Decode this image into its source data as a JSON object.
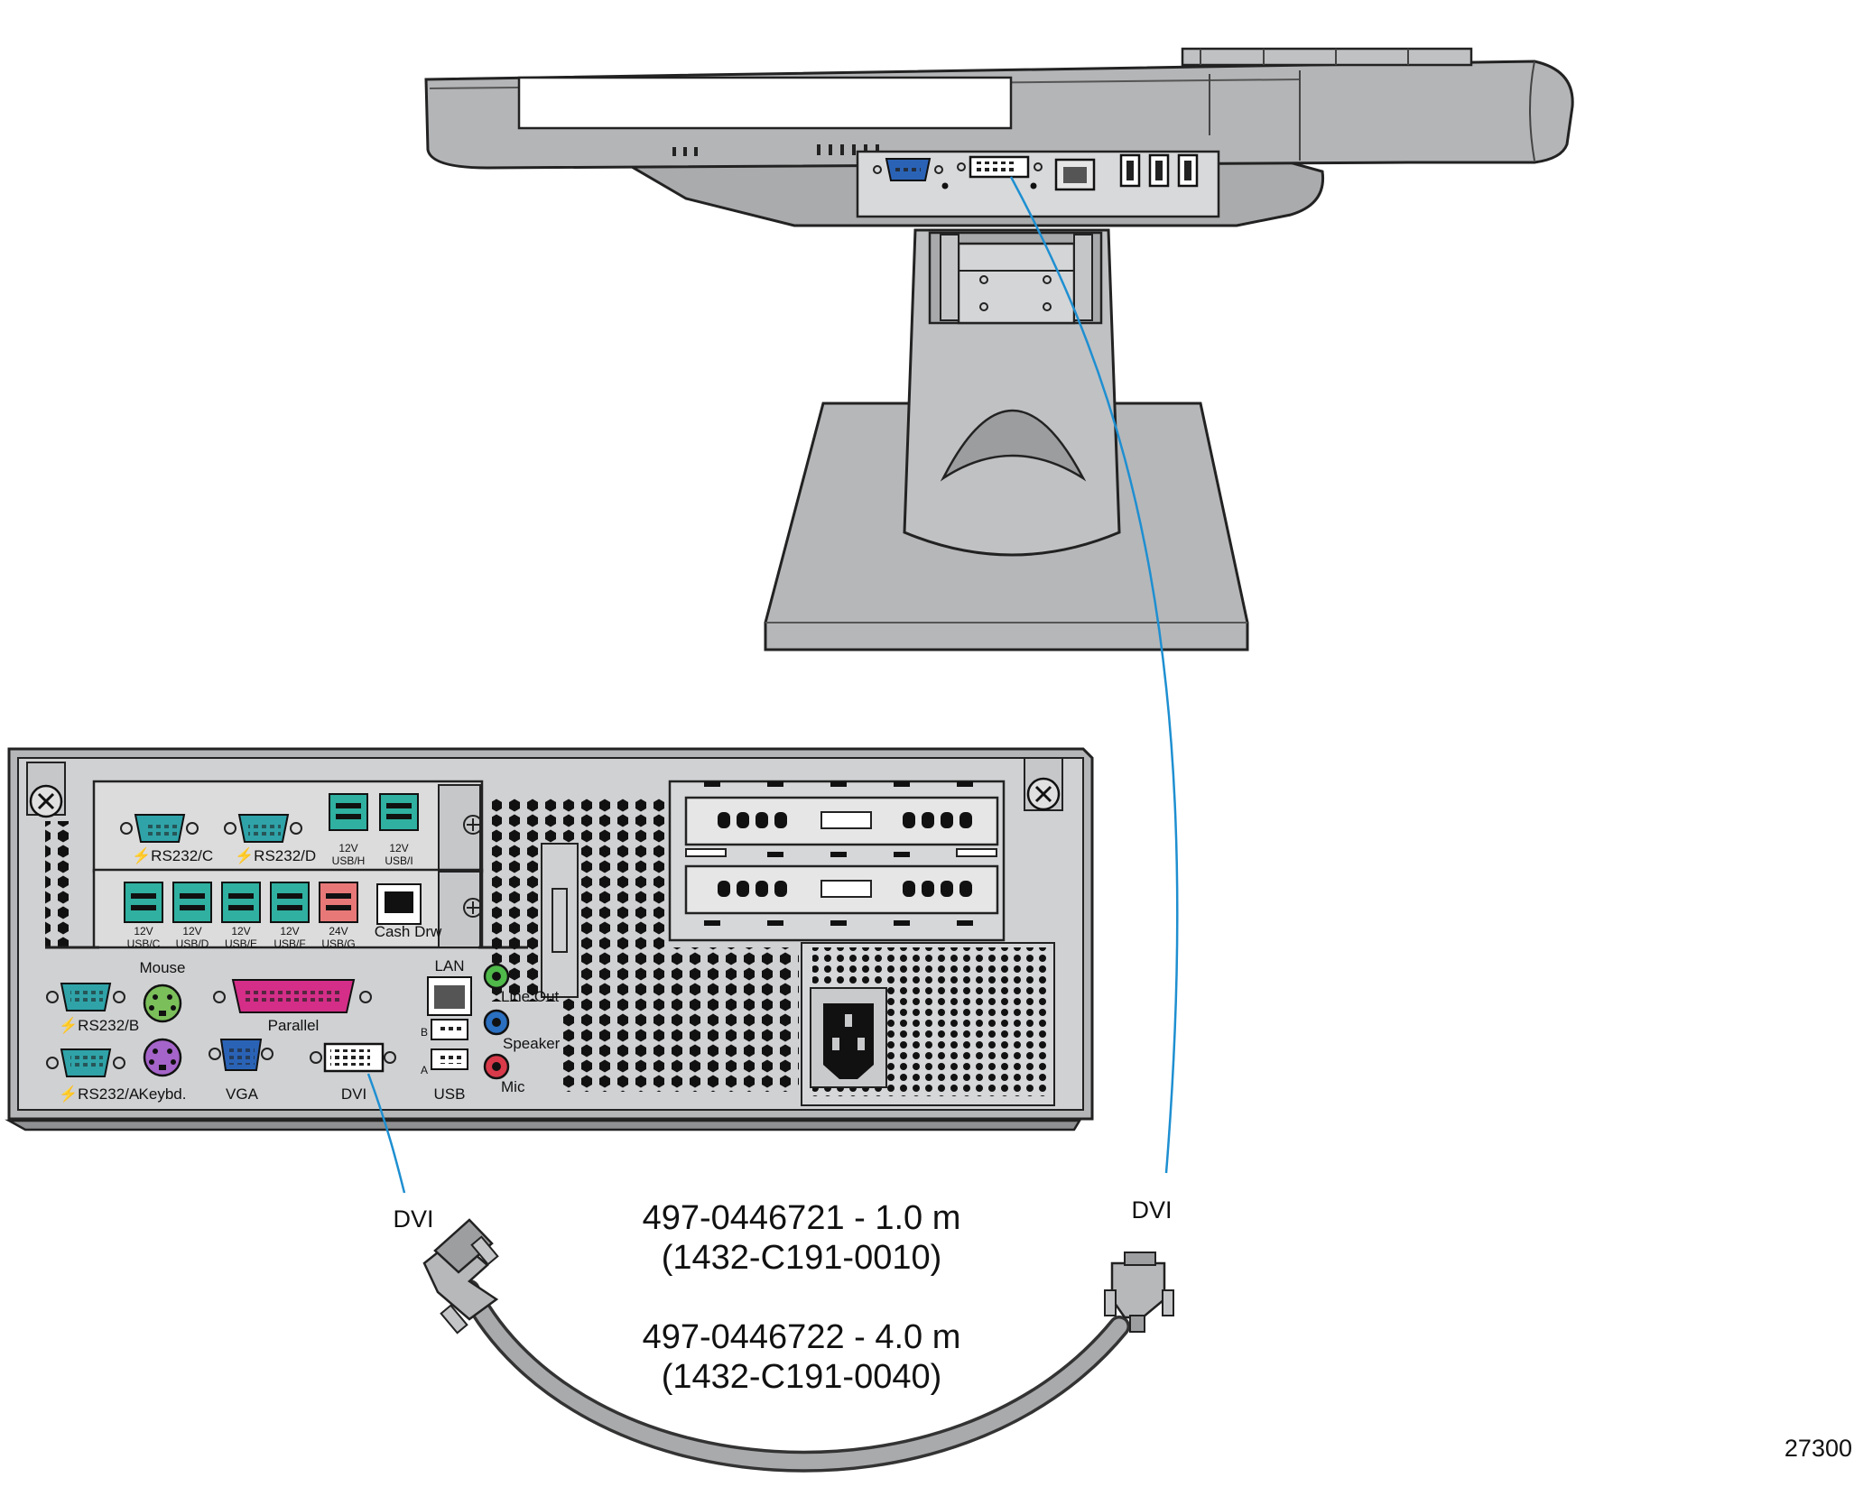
{
  "monitor": {
    "bezel": "#8b8b8d",
    "body": "#b3b4b6",
    "body_light": "#c7c8ca"
  },
  "terminal": {
    "labels": {
      "rs232_c": "RS232/C",
      "rs232_d": "RS232/D",
      "usb_h": "USB/H",
      "usb_i": "USB/I",
      "v12": "12V",
      "v24": "24V",
      "usb_c": "USB/C",
      "usb_d": "USB/D",
      "usb_e": "USB/E",
      "usb_f": "USB/F",
      "usb_g": "USB/G",
      "cash_drw": "Cash Drw",
      "mouse": "Mouse",
      "parallel": "Parallel",
      "lan": "LAN",
      "line_out": "Line Out",
      "speaker": "Speaker",
      "mic": "Mic",
      "rs232_b": "RS232/B",
      "rs232_a": "RS232/A",
      "keybd": "Keybd.",
      "vga": "VGA",
      "dvi": "DVI",
      "usb": "USB",
      "usb_a": "A",
      "usb_b": "B"
    },
    "colors": {
      "serial": "#2fa3a8",
      "powered_usb": "#2fb0a0",
      "usb_24v": "#e87878",
      "parallel": "#d42e88",
      "ps2": "#a564c9",
      "ps2_mouse": "#7bbf5a",
      "vga": "#2a63b6",
      "line_out": "#4fb94a",
      "speaker": "#2a6fc0",
      "mic": "#d83a4a",
      "cable_signal": "#1e8fd1"
    }
  },
  "callouts": {
    "dvi_left": "DVI",
    "dvi_right": "DVI"
  },
  "cable": {
    "part1": "497-0446721 - 1.0 m",
    "part1_alt": "(1432-C191-0010)",
    "part2": "497-0446722 - 4.0 m",
    "part2_alt": "(1432-C191-0040)"
  },
  "figure_number": "27300"
}
